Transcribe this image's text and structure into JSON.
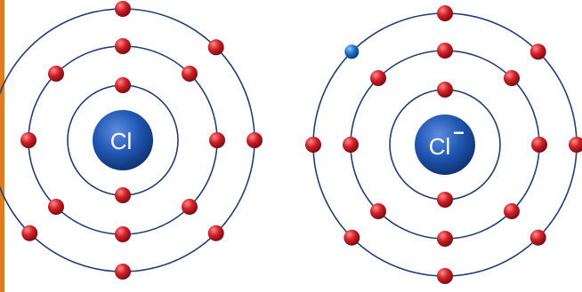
{
  "atoms": [
    {
      "symbol": "Cl",
      "charge": "",
      "electrons_per_shell": [
        2,
        8,
        7
      ],
      "gained_electrons": 0
    },
    {
      "symbol": "Cl",
      "charge": "−",
      "electrons_per_shell": [
        2,
        8,
        8
      ],
      "gained_electrons": 1
    }
  ],
  "colors": {
    "border_accent": "#e07b1f",
    "orbit": "#1f3f7a",
    "electron": "#d0202a",
    "gained_electron": "#1e73c8",
    "nucleus": "#1f55b0"
  }
}
